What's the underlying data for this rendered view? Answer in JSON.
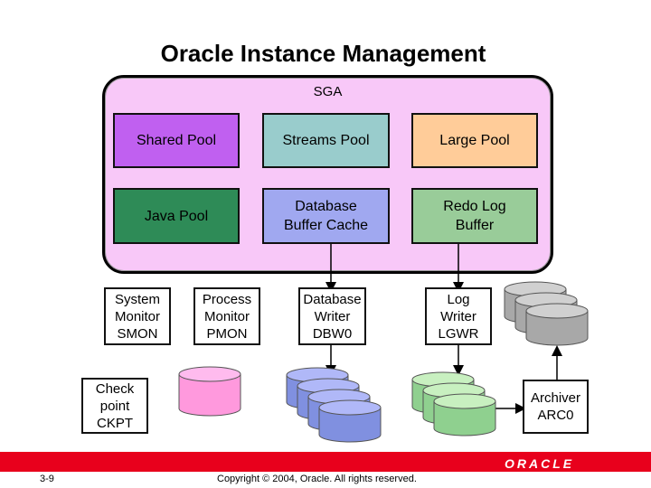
{
  "title": "Oracle Instance Management",
  "sga": {
    "label": "SGA",
    "shared_pool": "Shared Pool",
    "streams_pool": "Streams Pool",
    "large_pool": "Large Pool",
    "java_pool": "Java Pool",
    "buffer_cache_1": "Database",
    "buffer_cache_2": "Buffer Cache",
    "redo_1": "Redo Log",
    "redo_2": "Buffer"
  },
  "processes": {
    "smon": [
      "System",
      "Monitor",
      "SMON"
    ],
    "pmon": [
      "Process",
      "Monitor",
      "PMON"
    ],
    "dbw": [
      "Database",
      "Writer",
      "DBW0"
    ],
    "lgwr": [
      "Log",
      "Writer",
      "LGWR"
    ],
    "ckpt": [
      "Check",
      "point",
      "CKPT"
    ],
    "arc": [
      "Archiver",
      "ARC0"
    ]
  },
  "footer": {
    "page": "3-9",
    "copyright": "Copyright © 2004, Oracle. All rights reserved.",
    "brand": "ORACLE"
  },
  "colors": {
    "sga_bg": "#f8c8f8",
    "shared_pool": "#c060f0",
    "streams_pool": "#99cccc",
    "large_pool": "#ffcc99",
    "java_pool": "#2e8b57",
    "buffer_cache": "#a0a8f0",
    "redo_buffer": "#99cc99",
    "control_file": "#ff99dd",
    "data_file": "#b0b8f8",
    "redo_file": "#c8f0c0",
    "archive_file": "#d0d0d0",
    "brand_red": "#e8001c"
  }
}
